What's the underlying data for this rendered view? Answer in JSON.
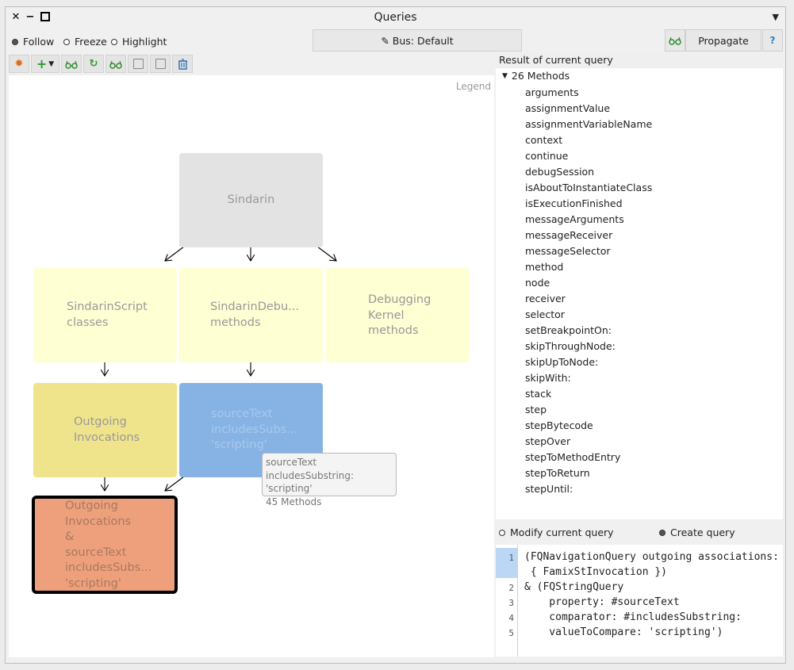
{
  "window": {
    "title": "Queries"
  },
  "modes": {
    "follow": "Follow",
    "freeze": "Freeze",
    "highlight": "Highlight"
  },
  "bus_button": "Bus: Default",
  "propagate_button": "Propagate",
  "help_button": "?",
  "legend": "Legend",
  "nodes": {
    "sindarin": "Sindarin",
    "sindarin_script": "SindarinScript\nclasses",
    "sindarin_debu": "SindarinDebu...\nmethods",
    "debugging_kernel": "Debugging\nKernel\nmethods",
    "outgoing_invocations": "Outgoing\nInvocations",
    "source_text": "sourceText\nincludesSubs...\n'scripting'",
    "combined": "Outgoing\nInvocations\n&\nsourceText\nincludesSubs...\n'scripting'"
  },
  "tooltip": {
    "line1": "sourceText",
    "line2": "includesSubstring: 'scripting'",
    "line3": "45 Methods"
  },
  "result": {
    "header": "Result of current query",
    "root": "26 Methods",
    "items": [
      "arguments",
      "assignmentValue",
      "assignmentVariableName",
      "context",
      "continue",
      "debugSession",
      "isAboutToInstantiateClass",
      "isExecutionFinished",
      "messageArguments",
      "messageReceiver",
      "messageSelector",
      "method",
      "node",
      "receiver",
      "selector",
      "setBreakpointOn:",
      "skipThroughNode:",
      "skipUpToNode:",
      "skipWith:",
      "stack",
      "step",
      "stepBytecode",
      "stepOver",
      "stepToMethodEntry",
      "stepToReturn",
      "stepUntil:"
    ]
  },
  "query_mode": {
    "modify": "Modify current query",
    "create": "Create query"
  },
  "code": {
    "lines": [
      {
        "num": "1",
        "text": "(FQNavigationQuery outgoing associations:\n { FamixStInvocation })"
      },
      {
        "num": "2",
        "text": "& (FQStringQuery"
      },
      {
        "num": "3",
        "text": "    property: #sourceText"
      },
      {
        "num": "4",
        "text": "    comparator: #includesSubstring:"
      },
      {
        "num": "5",
        "text": "    valueToCompare: 'scripting')"
      }
    ]
  },
  "colors": {
    "root_node": "#e3e3e3",
    "scope_node": "#ffffd4",
    "nav_node": "#efe48c",
    "string_node": "#87b3e4",
    "combined_node": "#eea07c"
  },
  "icons": {
    "close": "close-icon",
    "minimize": "minimize-icon",
    "maximize": "maximize-icon",
    "menu": "chevron-down-icon",
    "pencil": "pencil-icon",
    "glasses": "glasses-icon"
  }
}
